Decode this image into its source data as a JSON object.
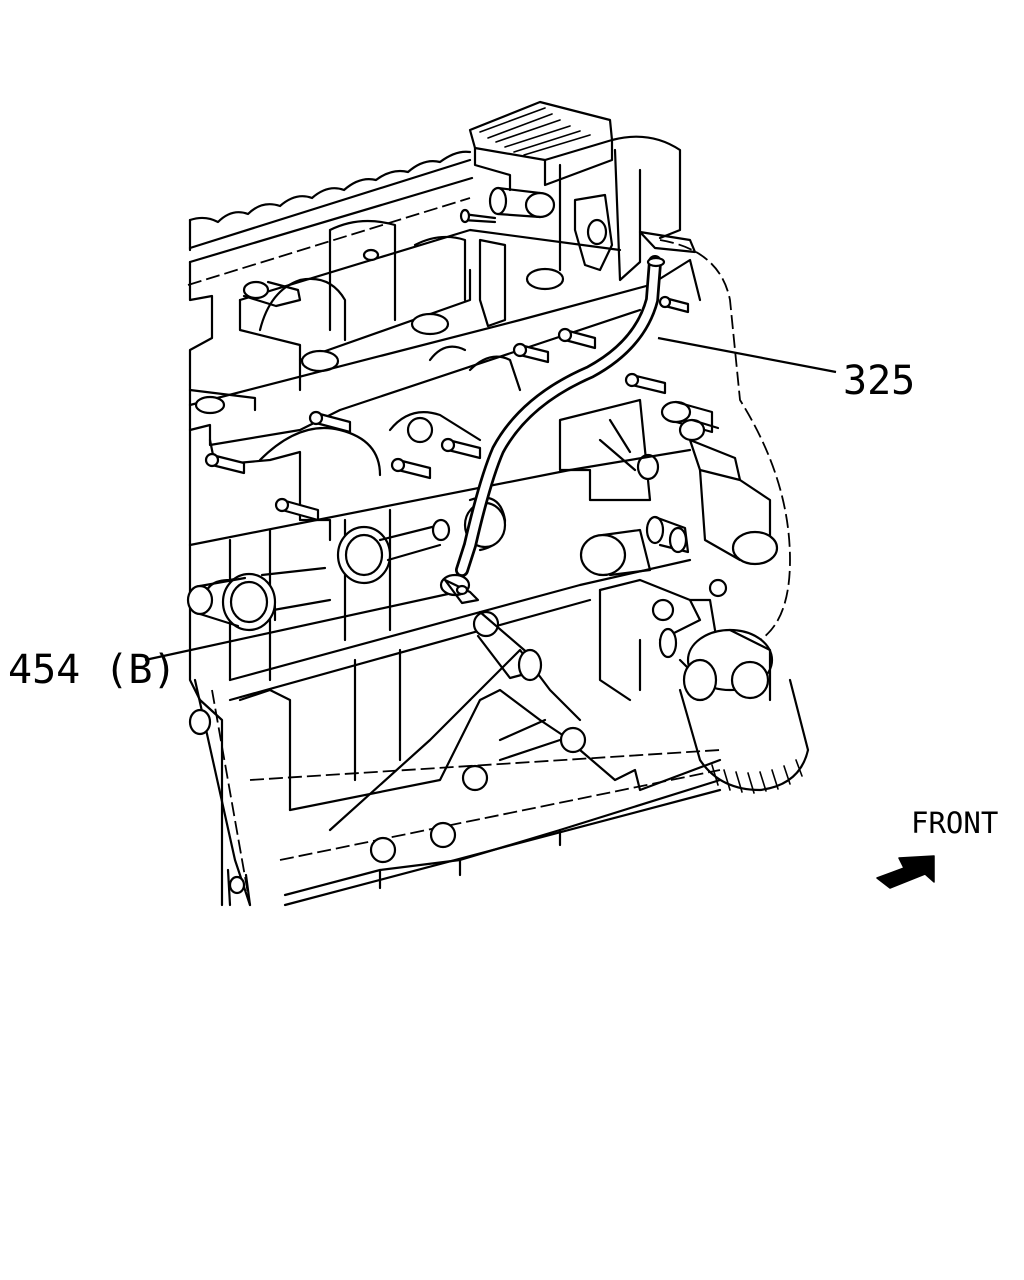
{
  "callouts": [
    {
      "id": "pipe",
      "label": "325"
    },
    {
      "id": "clip",
      "label": "454 (B)"
    }
  ],
  "direction_label": "FRONT",
  "icons": [
    "front-arrow-icon"
  ]
}
